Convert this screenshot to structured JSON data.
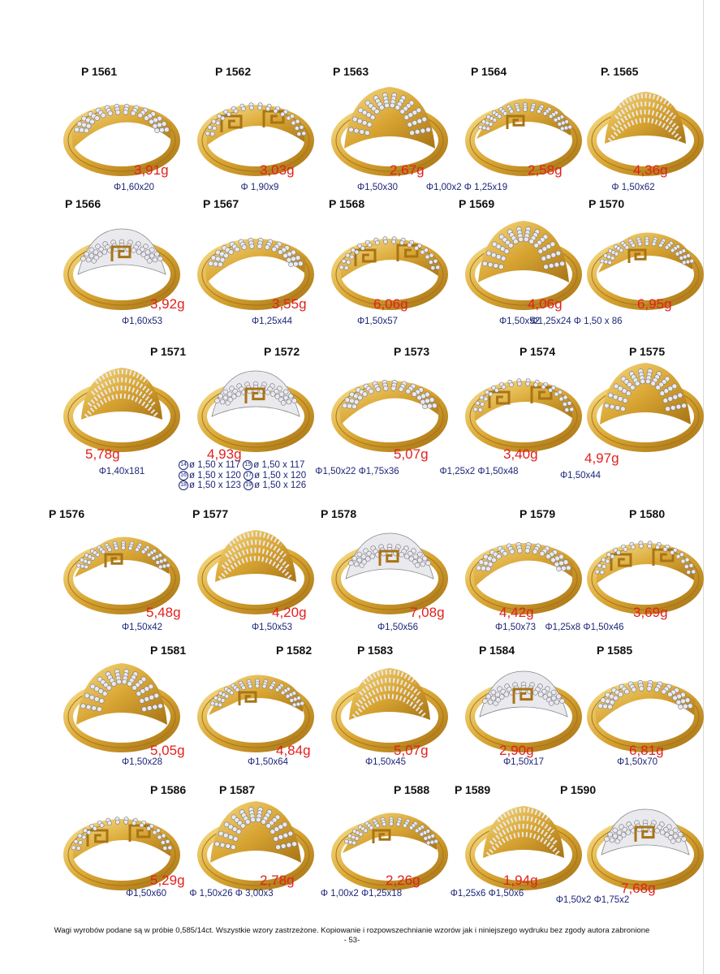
{
  "catalog": {
    "items": [
      {
        "code": "P 1561",
        "weight": "3,91g",
        "stones": [
          "Φ1,60x20"
        ]
      },
      {
        "code": "P 1562",
        "weight": "3,03g",
        "stones": [
          "Φ 1,90x9"
        ]
      },
      {
        "code": "P 1563",
        "weight": "2,67g",
        "stones": [
          "Φ1,50x30"
        ]
      },
      {
        "code": "P 1564",
        "weight": "2,58g",
        "stones": [
          "Φ1,00x2  Φ 1,25x19"
        ]
      },
      {
        "code": "P. 1565",
        "weight": "4,36g",
        "stones": [
          "Φ 1,50x62"
        ]
      },
      {
        "code": "P 1566",
        "weight": "3,92g",
        "stones": [
          "Φ1,60x53"
        ]
      },
      {
        "code": "P 1567",
        "weight": "3,55g",
        "stones": [
          "Φ1,25x44"
        ]
      },
      {
        "code": "P 1568",
        "weight": "6,06g",
        "stones": [
          "Φ1,50x57"
        ]
      },
      {
        "code": "P 1569",
        "weight": "4,06g",
        "stones": [
          "Φ1,50x52"
        ]
      },
      {
        "code": "P 1570",
        "weight": "6,95g",
        "stones": [
          "Φ1,25x24  Φ 1,50 x 86"
        ]
      },
      {
        "code": "P 1571",
        "weight": "5,78g",
        "stones": [
          "Φ1,40x181"
        ]
      },
      {
        "code": "P 1572",
        "weight": "4,93g",
        "stones": []
      },
      {
        "code": "P 1573",
        "weight": "5,07g",
        "stones": [
          "Φ1,50x22  Φ1,75x36"
        ]
      },
      {
        "code": "P 1574",
        "weight": "3,40g",
        "stones": [
          "Φ1,25x2  Φ1,50x48"
        ]
      },
      {
        "code": "P 1575",
        "weight": "4,97g",
        "stones": [
          "Φ1,50x44"
        ]
      },
      {
        "code": "P 1576",
        "weight": "5,48g",
        "stones": [
          "Φ1,50x42"
        ]
      },
      {
        "code": "P 1577",
        "weight": "4,20g",
        "stones": [
          "Φ1,50x53"
        ]
      },
      {
        "code": "P 1578",
        "weight": "7,08g",
        "stones": [
          "Φ1,50x56"
        ]
      },
      {
        "code": "P 1579",
        "weight": "4,42g",
        "stones": [
          "Φ1,50x73"
        ]
      },
      {
        "code": "P 1580",
        "weight": "3,69g",
        "stones": [
          "Φ1,25x8  Φ1,50x46"
        ]
      },
      {
        "code": "P 1581",
        "weight": "5,05g",
        "stones": [
          "Φ1,50x28"
        ]
      },
      {
        "code": "P 1582",
        "weight": "4,84g",
        "stones": [
          "Φ1,50x64"
        ]
      },
      {
        "code": "P 1583",
        "weight": "5,07g",
        "stones": [
          "Φ1,50x45"
        ]
      },
      {
        "code": "P 1584",
        "weight": "2,90g",
        "stones": [
          "Φ1,50x17"
        ]
      },
      {
        "code": "P 1585",
        "weight": "6,81g",
        "stones": [
          "Φ1,50x70"
        ]
      },
      {
        "code": "P 1586",
        "weight": "5,29g",
        "stones": [
          "Φ1,50x60"
        ]
      },
      {
        "code": "P 1587",
        "weight": "2,78g",
        "stones": [
          "Φ 1,50x26  Φ 3,00x3"
        ]
      },
      {
        "code": "P 1588",
        "weight": "2,26g",
        "stones": [
          "Φ 1,00x2  Φ1,25x18"
        ]
      },
      {
        "code": "P 1589",
        "weight": "1,94g",
        "stones": [
          "Φ1,25x6  Φ1,50x6"
        ]
      },
      {
        "code": "P 1590",
        "weight": "7,68g",
        "stones": [
          "Φ1,50x2  Φ1,75x2"
        ]
      }
    ],
    "size_table_1572": [
      {
        "n": "14",
        "s": "1,50 x 117"
      },
      {
        "n": "15",
        "s": "1,50 x 117"
      },
      {
        "n": "16",
        "s": "1,50 x 120"
      },
      {
        "n": "17",
        "s": "1,50 x 120"
      },
      {
        "n": "18",
        "s": "1,50 x 123"
      },
      {
        "n": "19",
        "s": "1,50 x 126"
      }
    ]
  },
  "footer": {
    "notice": "Wagi wyrobów podane są w próbie 0,585/14ct.  Wszystkie wzory zastrzeżone. Kopiowanie i rozpowszechnianie wzorów jak i niniejszego wydruku bez zgody autora zabronione",
    "page": "- 53-"
  },
  "colors": {
    "gold": "#d9a634",
    "gold_dark": "#a87416",
    "gold_light": "#f6dc86",
    "stone_white": "#e9e9ee",
    "weight_red": "#e3211f",
    "stone_blue": "#1c2677"
  }
}
